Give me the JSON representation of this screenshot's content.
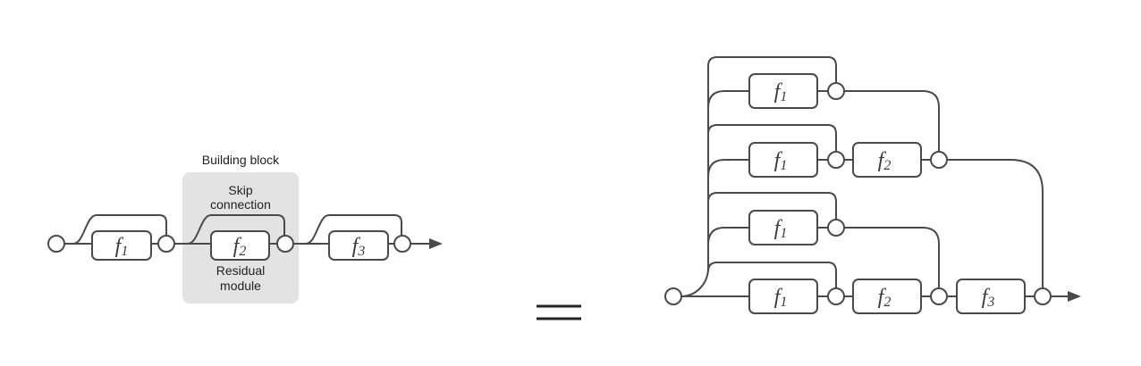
{
  "labels": {
    "building_block": "Building block",
    "skip_connection": [
      "Skip",
      "connection"
    ],
    "residual_module": [
      "Residual",
      "module"
    ]
  },
  "functions": {
    "f1": {
      "base": "f",
      "sub": "1"
    },
    "f2": {
      "base": "f",
      "sub": "2"
    },
    "f3": {
      "base": "f",
      "sub": "3"
    }
  },
  "colors": {
    "line": "#4a4a4a",
    "highlight": "#e3e3e3"
  }
}
